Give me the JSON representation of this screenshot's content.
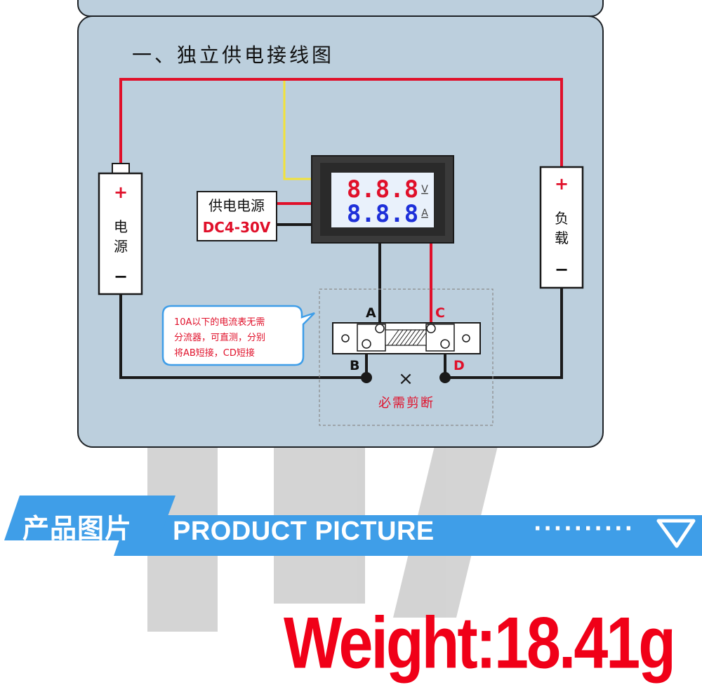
{
  "diagram": {
    "title": "一、独立供电接线图",
    "power_box": {
      "label": "供电电源",
      "voltage": "DC4-30V"
    },
    "battery": {
      "plus": "+",
      "label_1": "电",
      "label_2": "源",
      "minus": "−"
    },
    "load": {
      "plus": "+",
      "label_1": "负",
      "label_2": "载",
      "minus": "−"
    },
    "meter": {
      "voltage_display": "8.8.8",
      "current_display": "8.8.8",
      "unit_v": "V",
      "unit_a": "A"
    },
    "terminals": {
      "a": "A",
      "b": "B",
      "c": "C",
      "d": "D"
    },
    "note_lines": [
      "10A以下的电流表无需",
      "分流器，可直测，分别",
      "将AB短接，CD短接"
    ],
    "cut_mark": "×",
    "cut_label": "必需剪断",
    "colors": {
      "red_wire": "#e0102a",
      "yellow_wire": "#f2e23a",
      "black_wire": "#1a1a1a",
      "panel": "#bccfdd"
    }
  },
  "banner": {
    "chinese": "产品图片",
    "english": "PRODUCT PICTURE",
    "dots": "··········",
    "icon": "triangle-down-icon",
    "color": "#3f9ee8"
  },
  "weight_text": "Weight:18.41g"
}
